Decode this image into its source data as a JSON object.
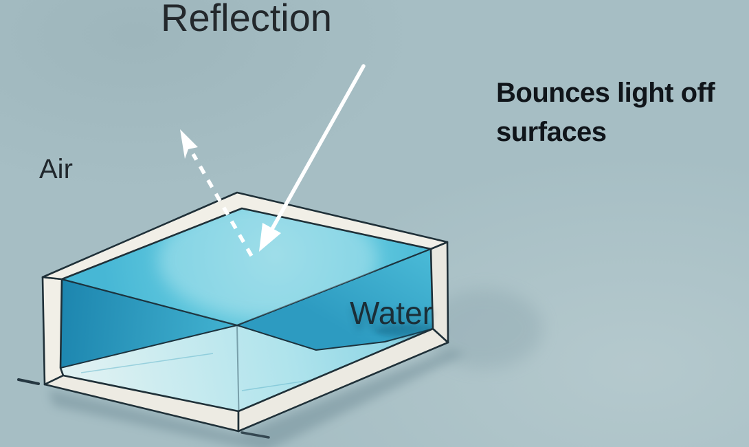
{
  "page": {
    "title": "Reflection"
  },
  "labels": {
    "air": "Air",
    "water": "Water"
  },
  "description": {
    "line1": "Bounces light off",
    "line2": "surfaces"
  },
  "diagram": {
    "incident_ray": "solid white arrow pointing down onto water surface",
    "reflected_ray": "dashed white arrow bouncing up from water surface",
    "subject": "open water tank seen in cutaway 3D view"
  },
  "colors": {
    "background": "#a6bec4",
    "water_surface": "#54c0da",
    "water_wall_dark": "#2f9dc2",
    "tank_frame": "#f1efe7",
    "outline_ink": "#1f3038",
    "arrow": "#ffffff",
    "text": "#14191d"
  }
}
